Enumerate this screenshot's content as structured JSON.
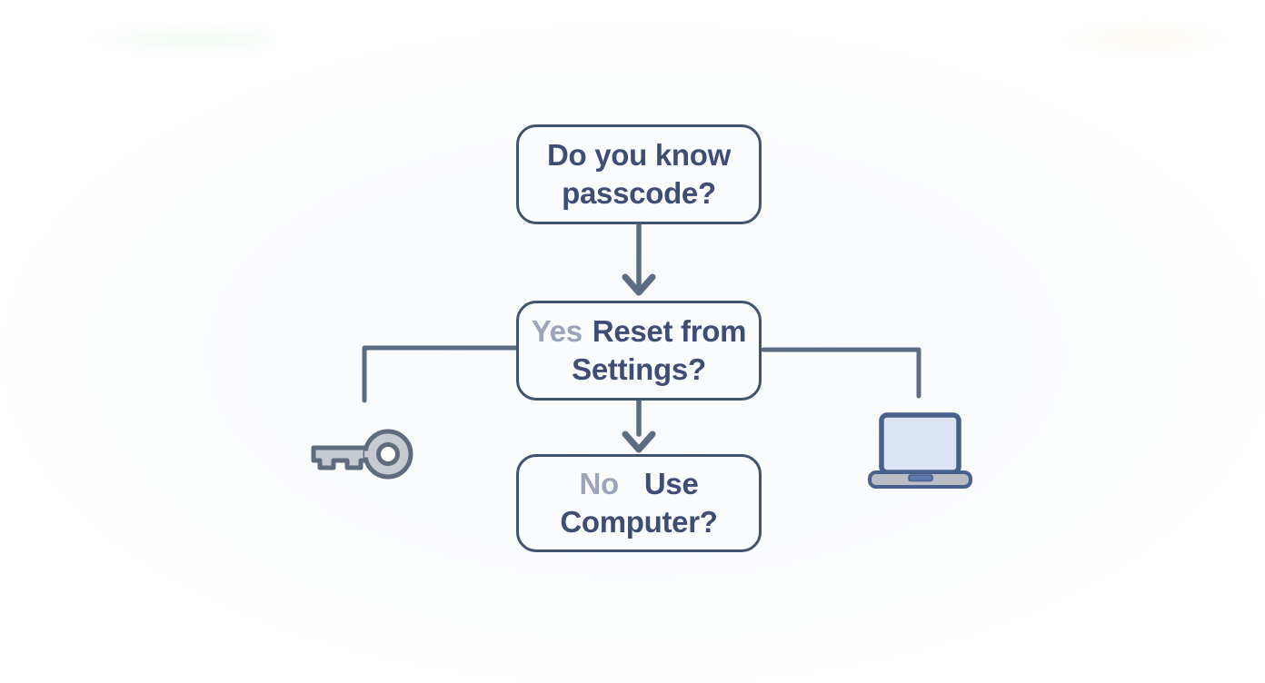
{
  "flowchart": {
    "nodes": {
      "passcode": {
        "text": "Do you know passcode?"
      },
      "settings": {
        "prefix": "Yes",
        "text": "Reset from Settings?"
      },
      "computer": {
        "prefix": "No",
        "text": "Use Computer?"
      }
    },
    "icons": {
      "left": "key-icon",
      "right": "laptop-icon"
    },
    "colors": {
      "box_border": "#41536e",
      "box_fill": "#fbfcfe",
      "text_primary": "#3e4d75",
      "text_secondary": "#9aa5bb",
      "connector": "#5c6c82",
      "key_fill": "#c6cad1",
      "key_stroke": "#5f6c80",
      "key_hole_fill": "#fdfdfe",
      "laptop_stroke": "#47608c",
      "laptop_screen": "#dce4f6",
      "laptop_base": "#b9bdc5",
      "laptop_trackpad": "#5b7bad"
    }
  }
}
